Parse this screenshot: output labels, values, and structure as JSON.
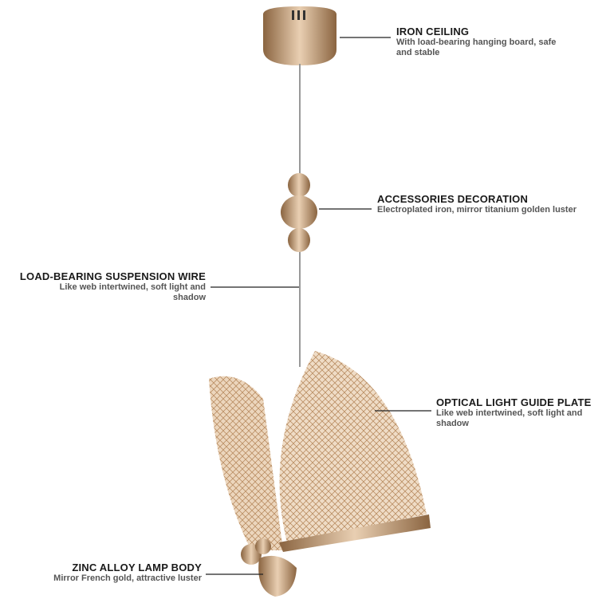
{
  "callouts": [
    {
      "title": "IRON CEILING",
      "desc": "With load-bearing hanging board, safe and stable"
    },
    {
      "title": "ACCESSORIES DECORATION",
      "desc": "Electroplated iron, mirror titanium golden luster"
    },
    {
      "title": "LOAD-BEARING SUSPENSION WIRE",
      "desc": "Like web intertwined, soft light and shadow"
    },
    {
      "title": "OPTICAL LIGHT GUIDE PLATE",
      "desc": "Like web intertwined, soft light and shadow"
    },
    {
      "title": "ZINC ALLOY LAMP BODY",
      "desc": "Mirror French gold, attractive luster"
    }
  ],
  "colors": {
    "gold": "#c9a27a",
    "gold_dark": "#8a6440",
    "wing": "#e8cdb0",
    "line": "#222222"
  }
}
